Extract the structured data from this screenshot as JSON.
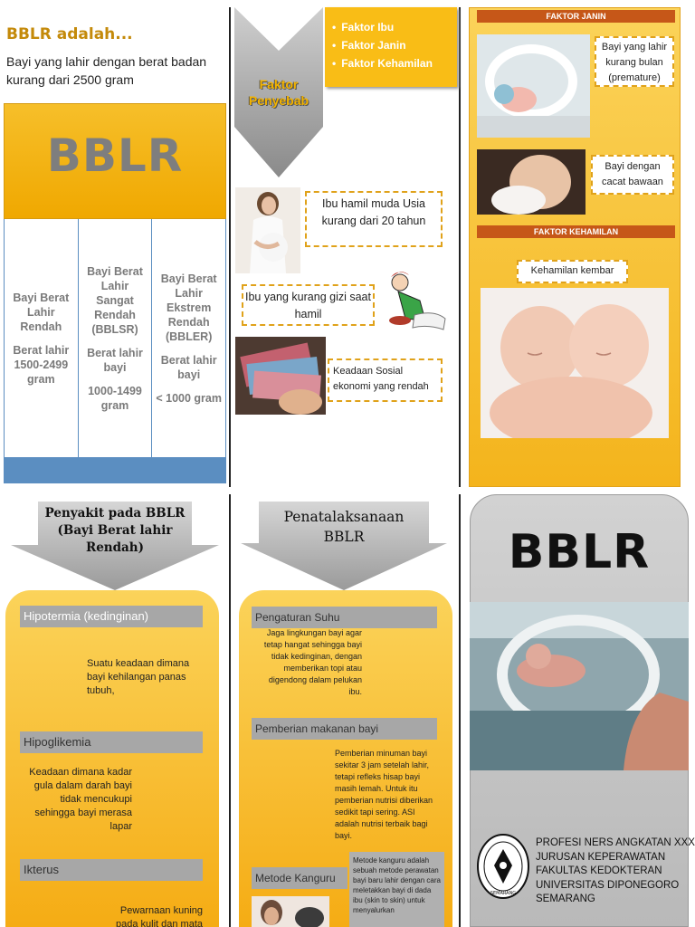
{
  "panel1": {
    "heading": "BBLR adalah...",
    "definition": "Bayi yang lahir dengan berat badan kurang dari 2500 gram",
    "box_title": "BBLR",
    "categories": [
      {
        "name": "Bayi Berat Lahir Rendah",
        "weight": "Berat lahir 1500-2499 gram"
      },
      {
        "name": "Bayi Berat Lahir Sangat Rendah (BBLSR)",
        "weight_label": "Berat lahir bayi",
        "weight": "1000-1499 gram"
      },
      {
        "name": "Bayi Berat Lahir Ekstrem Rendah (BBLER)",
        "weight_label": "Berat lahir bayi",
        "weight": "< 1000 gram"
      }
    ]
  },
  "panel2": {
    "arrow_label": "Faktor Penyebab",
    "factors": [
      "Faktor Ibu",
      "Faktor Janin",
      "Faktor Kehamilan"
    ],
    "cause1": "Ibu hamil muda Usia kurang dari 20 tahun",
    "cause2": "Ibu yang kurang gizi saat hamil",
    "cause3": "Keadaan Sosial ekonomi yang rendah"
  },
  "panel3": {
    "faktor_janin": "FAKTOR JANIN",
    "janin1": "Bayi yang lahir kurang bulan (premature)",
    "janin2": "Bayi dengan cacat bawaan",
    "faktor_kehamilan": "FAKTOR KEHAMILAN",
    "kehamilan1": "Kehamilan kembar"
  },
  "panel4": {
    "arrow_label": "Penyakit pada BBLR (Bayi Berat lahir Rendah)",
    "sections": [
      {
        "title": "Hipotermia (kedinginan)",
        "text": "Suatu keadaan dimana bayi kehilangan panas tubuh,"
      },
      {
        "title": "Hipoglikemia",
        "text": "Keadaan dimana kadar gula dalam darah bayi tidak mencukupi sehingga bayi merasa lapar"
      },
      {
        "title": "Ikterus",
        "text": "Pewarnaan kuning pada kulit dan mata"
      }
    ]
  },
  "panel5": {
    "arrow_label": "Penatalaksanaan BBLR",
    "sections": [
      {
        "title": "Pengaturan Suhu",
        "text": "Jaga lingkungan bayi agar tetap hangat sehingga bayi tidak kedinginan, dengan memberikan topi atau digendong dalam pelukan ibu."
      },
      {
        "title": "Pemberian makanan bayi",
        "text": "Pemberian minuman bayi sekitar 3 jam setelah lahir, tetapi refleks hisap bayi masih lemah. Untuk itu pemberian nutrisi diberikan sedikit tapi sering. ASI adalah nutrisi terbaik bagi bayi."
      },
      {
        "title": "Metode Kanguru",
        "text": "Metode kanguru adalah sebuah metode perawatan bayi baru lahir dengan cara meletakkan bayi di dada ibu (skin to skin) untuk menyalurkan"
      }
    ]
  },
  "cover": {
    "title": "BBLR",
    "seal_text": "SEMARANG",
    "institution": [
      "PROFESI NERS ANGKATAN XXX",
      "JURUSAN KEPERAWATAN",
      "FAKULTAS KEDOKTERAN",
      "UNIVERSITAS DIPONEGORO",
      "SEMARANG"
    ]
  },
  "colors": {
    "accent": "#f6b51e",
    "heading": "#c48a0a",
    "blue": "#5b8ec1",
    "gray_bar": "#a7a7a7",
    "factor_orange": "#c65718"
  }
}
